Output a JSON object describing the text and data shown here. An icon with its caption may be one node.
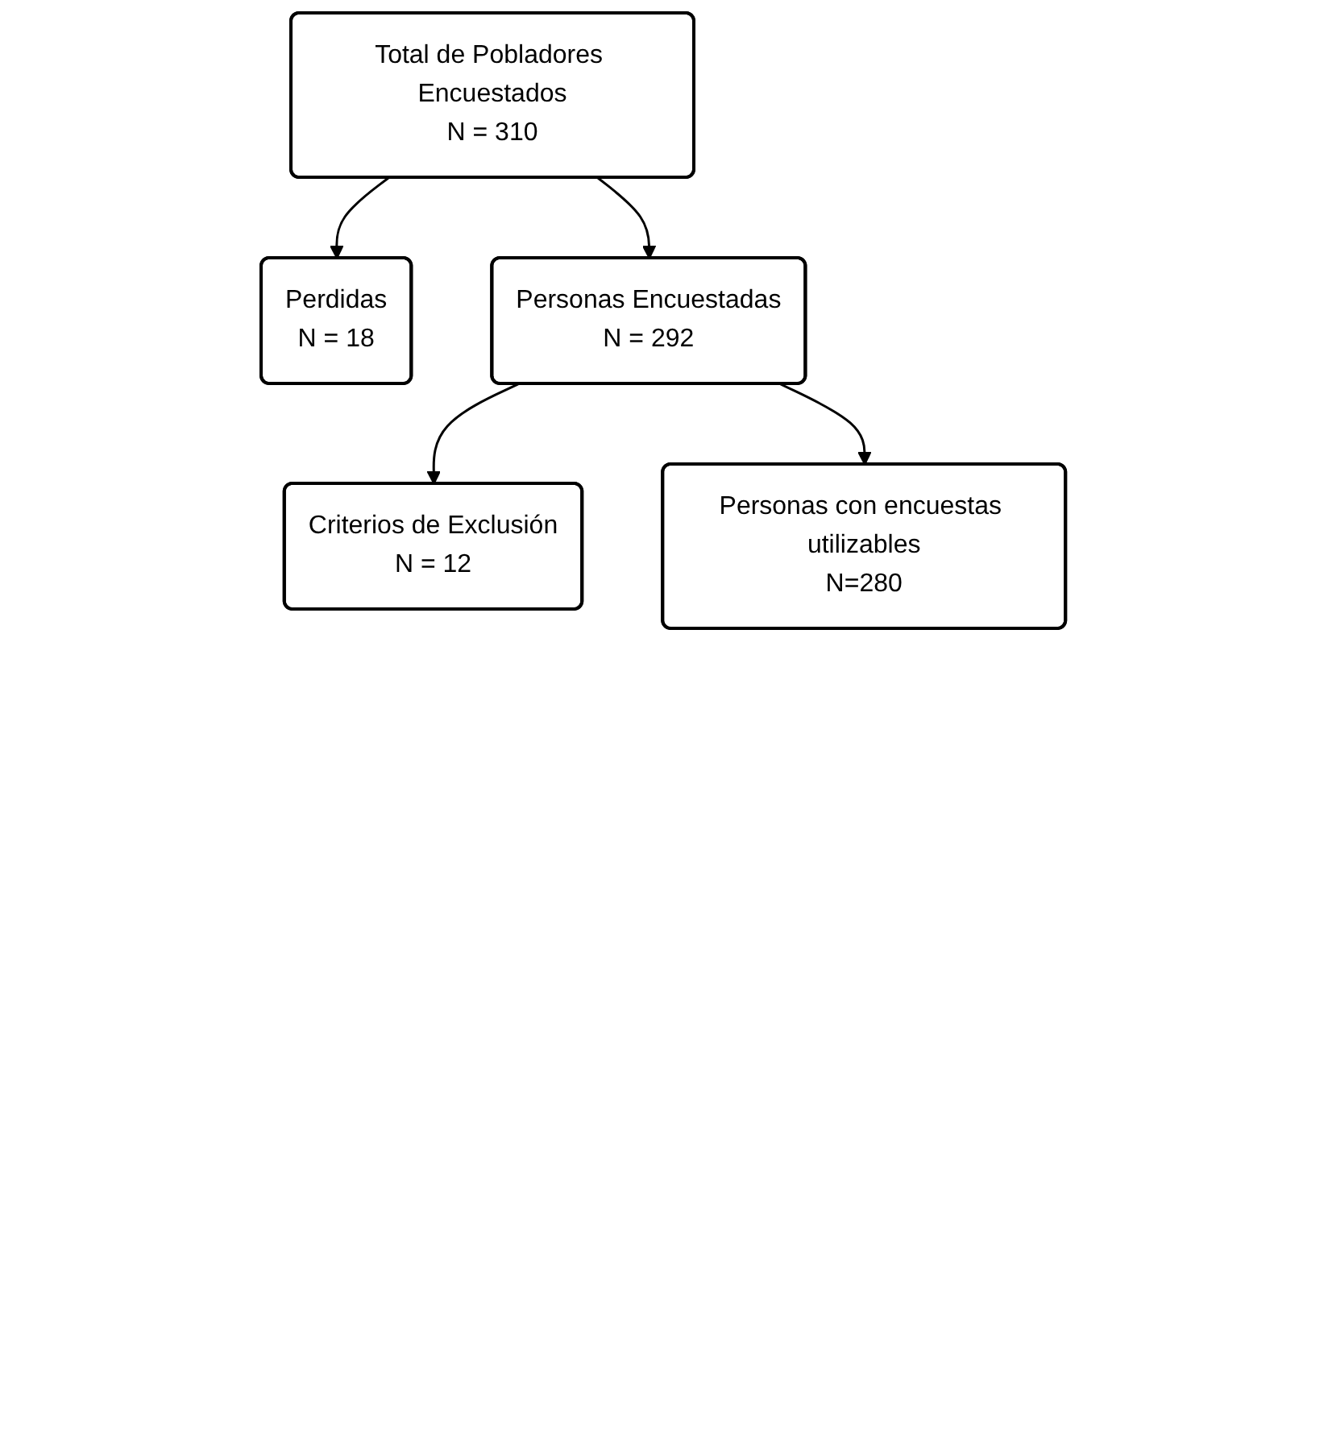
{
  "diagram": {
    "nodes": [
      {
        "text": [
          "Total de Pobladores Encuestados",
          "N = 310"
        ]
      },
      {
        "text": [
          "Perdidas",
          "N = 18"
        ]
      },
      {
        "text": [
          "Personas Encuestadas",
          "N = 292"
        ]
      },
      {
        "text": [
          "Criterios de Exclusión",
          "N = 12"
        ]
      },
      {
        "text": [
          "Personas con encuestas utilizables",
          "N=280"
        ]
      }
    ],
    "edges": [
      {
        "from": 0,
        "to": 1,
        "arrow": "to"
      },
      {
        "from": 0,
        "to": 2,
        "arrow": "to"
      },
      {
        "from": 2,
        "to": 3,
        "arrow": "to"
      },
      {
        "from": 2,
        "to": 4,
        "arrow": "to"
      }
    ]
  }
}
